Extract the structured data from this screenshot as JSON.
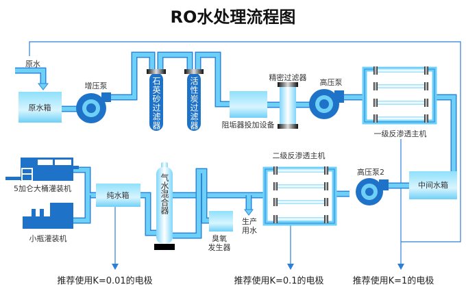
{
  "title": "RO水处理流程图",
  "colors": {
    "pipe_border": "#2a86dc",
    "pipe_fill": "#6fd0f7",
    "pump": "#1e73c8",
    "line": "#2a7fd8"
  },
  "labels": {
    "raw_water": "原水",
    "raw_tank": "原水箱",
    "booster_pump": "增压泵",
    "quartz_filter": "石英砂过滤器",
    "carbon_filter": "活性炭过滤器",
    "antiscalant": "阻垢器投加设备",
    "precision_filter": "精密过滤器",
    "hp_pump": "高压泵",
    "ro1": "一级反渗透主机",
    "mid_tank": "中间水箱",
    "hp_pump2": "高压泵2",
    "ro2": "二级反渗透主机",
    "production_water_1": "生产",
    "production_water_2": "用水",
    "ozone_1": "臭氧",
    "ozone_2": "发生器",
    "mixer": "气水混合器",
    "pure_tank": "纯水箱",
    "filler_5gal": "5加仑大桶灌装机",
    "filler_small": "小瓶灌装机"
  },
  "recommendations": [
    "推荐使用K=0.01的电极",
    "推荐使用K=0.1的电极",
    "推荐使用K=1的电极"
  ]
}
